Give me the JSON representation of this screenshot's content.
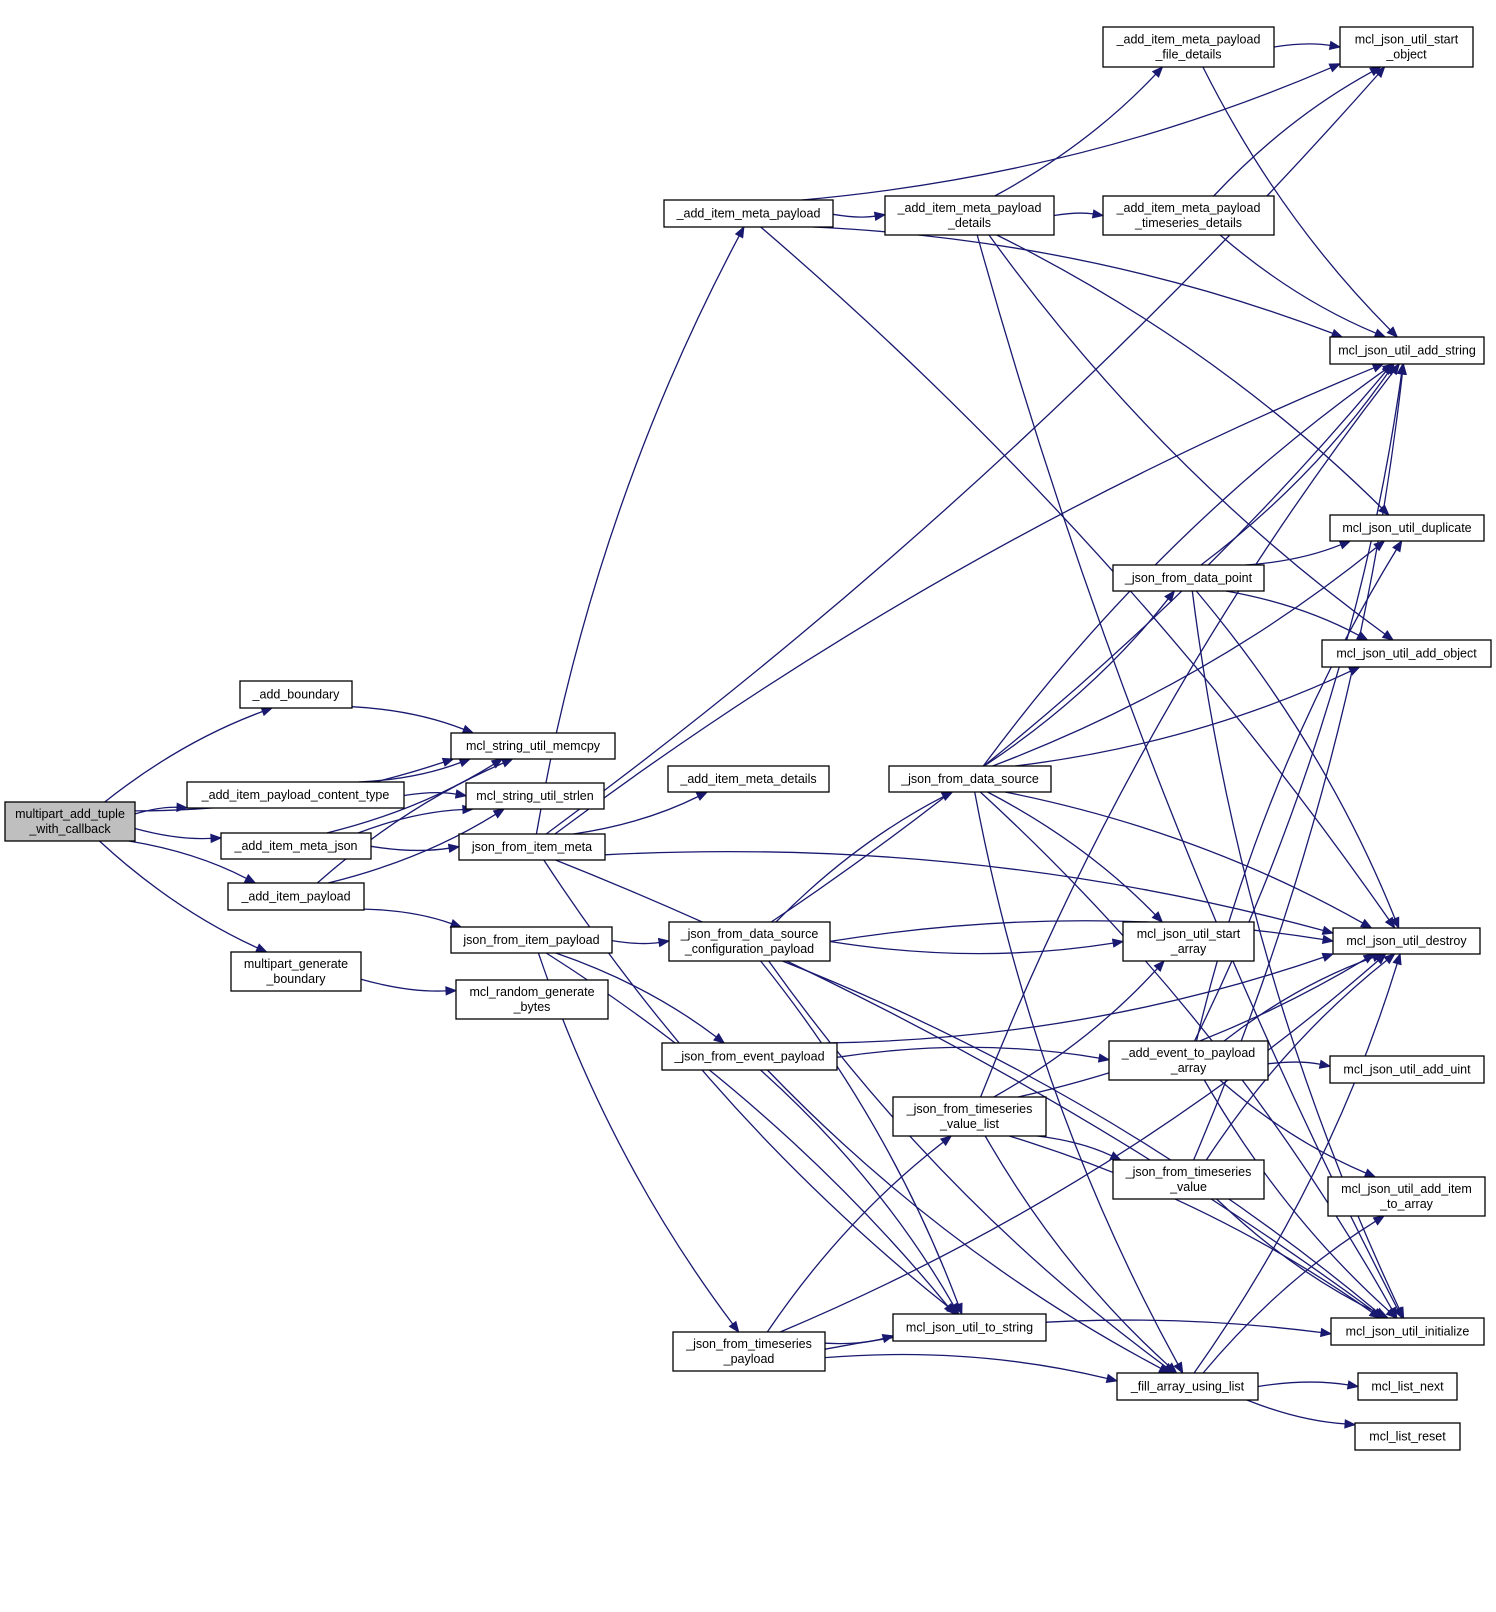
{
  "nodes": {
    "root": [
      "multipart_add_tuple",
      "_with_callback"
    ],
    "add_boundary": [
      "_add_boundary"
    ],
    "payload_content_type": [
      "_add_item_payload_content_type"
    ],
    "meta_json": [
      "_add_item_meta_json"
    ],
    "add_item_payload": [
      "_add_item_payload"
    ],
    "generate_boundary": [
      "multipart_generate",
      "_boundary"
    ],
    "memcpy": [
      "mcl_string_util_memcpy"
    ],
    "strlen": [
      "mcl_string_util_strlen"
    ],
    "json_from_item_meta": [
      "json_from_item_meta"
    ],
    "json_from_item_payload": [
      "json_from_item_payload"
    ],
    "random_bytes": [
      "mcl_random_generate",
      "_bytes"
    ],
    "meta_payload": [
      "_add_item_meta_payload"
    ],
    "meta_details": [
      "_add_item_meta_details"
    ],
    "ds_config_payload": [
      "_json_from_data_source",
      "_configuration_payload"
    ],
    "event_payload": [
      "_json_from_event_payload"
    ],
    "ts_payload": [
      "_json_from_timeseries",
      "_payload"
    ],
    "meta_payload_details": [
      "_add_item_meta_payload",
      "_details"
    ],
    "json_from_data_source": [
      "_json_from_data_source"
    ],
    "ts_value_list": [
      "_json_from_timeseries",
      "_value_list"
    ],
    "to_string": [
      "mcl_json_util_to_string"
    ],
    "file_details": [
      "_add_item_meta_payload",
      "_file_details"
    ],
    "timeseries_details": [
      "_add_item_meta_payload",
      "_timeseries_details"
    ],
    "data_point": [
      "_json_from_data_point"
    ],
    "start_array": [
      "mcl_json_util_start",
      "_array"
    ],
    "event_to_array": [
      "_add_event_to_payload",
      "_array"
    ],
    "ts_value": [
      "_json_from_timeseries",
      "_value"
    ],
    "fill_array": [
      "_fill_array_using_list"
    ],
    "start_object": [
      "mcl_json_util_start",
      "_object"
    ],
    "add_string": [
      "mcl_json_util_add_string"
    ],
    "duplicate": [
      "mcl_json_util_duplicate"
    ],
    "add_object": [
      "mcl_json_util_add_object"
    ],
    "destroy": [
      "mcl_json_util_destroy"
    ],
    "add_uint": [
      "mcl_json_util_add_uint"
    ],
    "add_item_to_array": [
      "mcl_json_util_add_item",
      "_to_array"
    ],
    "initialize": [
      "mcl_json_util_initialize"
    ],
    "list_next": [
      "mcl_list_next"
    ],
    "list_reset": [
      "mcl_list_reset"
    ]
  },
  "edges": [
    [
      "root",
      "add_boundary"
    ],
    [
      "root",
      "memcpy"
    ],
    [
      "root",
      "payload_content_type"
    ],
    [
      "root",
      "meta_json"
    ],
    [
      "root",
      "add_item_payload"
    ],
    [
      "root",
      "generate_boundary"
    ],
    [
      "add_boundary",
      "memcpy"
    ],
    [
      "payload_content_type",
      "memcpy"
    ],
    [
      "payload_content_type",
      "strlen"
    ],
    [
      "meta_json",
      "memcpy"
    ],
    [
      "meta_json",
      "strlen"
    ],
    [
      "meta_json",
      "json_from_item_meta"
    ],
    [
      "add_item_payload",
      "memcpy"
    ],
    [
      "add_item_payload",
      "strlen"
    ],
    [
      "add_item_payload",
      "json_from_item_payload"
    ],
    [
      "generate_boundary",
      "random_bytes"
    ],
    [
      "json_from_item_meta",
      "meta_payload"
    ],
    [
      "json_from_item_meta",
      "meta_details"
    ],
    [
      "json_from_item_meta",
      "add_string"
    ],
    [
      "json_from_item_meta",
      "start_object"
    ],
    [
      "json_from_item_meta",
      "destroy"
    ],
    [
      "json_from_item_meta",
      "to_string"
    ],
    [
      "json_from_item_meta",
      "initialize"
    ],
    [
      "json_from_item_payload",
      "ds_config_payload"
    ],
    [
      "json_from_item_payload",
      "event_payload"
    ],
    [
      "json_from_item_payload",
      "ts_payload"
    ],
    [
      "json_from_item_payload",
      "to_string"
    ],
    [
      "meta_payload",
      "meta_payload_details"
    ],
    [
      "meta_payload",
      "add_string"
    ],
    [
      "meta_payload",
      "start_object"
    ],
    [
      "meta_payload",
      "destroy"
    ],
    [
      "meta_payload_details",
      "file_details"
    ],
    [
      "meta_payload_details",
      "timeseries_details"
    ],
    [
      "meta_payload_details",
      "add_object"
    ],
    [
      "meta_payload_details",
      "duplicate"
    ],
    [
      "meta_payload_details",
      "initialize"
    ],
    [
      "file_details",
      "start_object"
    ],
    [
      "file_details",
      "add_string"
    ],
    [
      "timeseries_details",
      "start_object"
    ],
    [
      "timeseries_details",
      "add_string"
    ],
    [
      "ds_config_payload",
      "json_from_data_source"
    ],
    [
      "ds_config_payload",
      "start_array"
    ],
    [
      "ds_config_payload",
      "destroy"
    ],
    [
      "ds_config_payload",
      "add_string"
    ],
    [
      "ds_config_payload",
      "to_string"
    ],
    [
      "ds_config_payload",
      "fill_array"
    ],
    [
      "ds_config_payload",
      "initialize"
    ],
    [
      "json_from_data_source",
      "data_point"
    ],
    [
      "json_from_data_source",
      "start_array"
    ],
    [
      "json_from_data_source",
      "add_object"
    ],
    [
      "json_from_data_source",
      "add_string"
    ],
    [
      "json_from_data_source",
      "duplicate"
    ],
    [
      "json_from_data_source",
      "destroy"
    ],
    [
      "json_from_data_source",
      "fill_array"
    ],
    [
      "json_from_data_source",
      "initialize"
    ],
    [
      "data_point",
      "duplicate"
    ],
    [
      "data_point",
      "add_object"
    ],
    [
      "data_point",
      "add_string"
    ],
    [
      "data_point",
      "destroy"
    ],
    [
      "data_point",
      "initialize"
    ],
    [
      "event_payload",
      "event_to_array"
    ],
    [
      "event_payload",
      "destroy"
    ],
    [
      "event_payload",
      "to_string"
    ],
    [
      "event_payload",
      "fill_array"
    ],
    [
      "event_to_array",
      "add_uint"
    ],
    [
      "event_to_array",
      "add_item_to_array"
    ],
    [
      "event_to_array",
      "destroy"
    ],
    [
      "event_to_array",
      "add_string"
    ],
    [
      "event_to_array",
      "duplicate"
    ],
    [
      "event_to_array",
      "initialize"
    ],
    [
      "ts_payload",
      "ts_value_list"
    ],
    [
      "ts_payload",
      "to_string"
    ],
    [
      "ts_payload",
      "fill_array"
    ],
    [
      "ts_payload",
      "destroy"
    ],
    [
      "ts_payload",
      "initialize"
    ],
    [
      "ts_value_list",
      "start_array"
    ],
    [
      "ts_value_list",
      "ts_value"
    ],
    [
      "ts_value_list",
      "fill_array"
    ],
    [
      "ts_value_list",
      "add_string"
    ],
    [
      "ts_value_list",
      "destroy"
    ],
    [
      "ts_value_list",
      "initialize"
    ],
    [
      "ts_value",
      "add_string"
    ],
    [
      "ts_value",
      "destroy"
    ],
    [
      "ts_value",
      "initialize"
    ],
    [
      "fill_array",
      "list_next"
    ],
    [
      "fill_array",
      "list_reset"
    ],
    [
      "fill_array",
      "add_item_to_array"
    ],
    [
      "fill_array",
      "destroy"
    ]
  ]
}
